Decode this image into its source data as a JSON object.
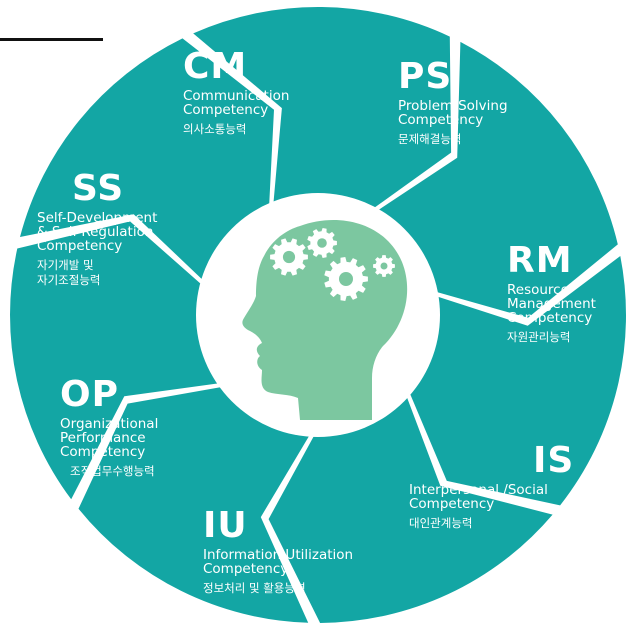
{
  "colors": {
    "segment": "#13a6a4",
    "head": "#7cc7a0",
    "gear": "#ffffff",
    "background": "#ffffff",
    "rule": "#111111"
  },
  "center": {
    "icon": "head-with-gears-icon"
  },
  "segments": [
    {
      "id": "cm",
      "code": "CM",
      "name": [
        "Communication",
        "Competency"
      ],
      "korean": [
        "의사소통능력"
      ]
    },
    {
      "id": "ps",
      "code": "PS",
      "name": [
        "Problem-Solving",
        "Competency"
      ],
      "korean": [
        "문제해결능력"
      ]
    },
    {
      "id": "rm",
      "code": "RM",
      "name": [
        "Resource-",
        "Management",
        "Competency"
      ],
      "korean": [
        "자원관리능력"
      ]
    },
    {
      "id": "is",
      "code": "IS",
      "name": [
        "Interpersonal /Social",
        "Competency"
      ],
      "korean": [
        "대인관계능력"
      ]
    },
    {
      "id": "iu",
      "code": "IU",
      "name": [
        "Information Utilization",
        "Competency"
      ],
      "korean": [
        "정보처리 및 활용능력"
      ]
    },
    {
      "id": "op",
      "code": "OP",
      "name": [
        "Organizational",
        "Performance",
        "Competency"
      ],
      "korean": [
        "조직업무수행능력"
      ]
    },
    {
      "id": "ss",
      "code": "SS",
      "name": [
        "Self-Development",
        "& Self-Regulation",
        "Competency"
      ],
      "korean": [
        "자기개발 및",
        "자기조절능력"
      ]
    }
  ]
}
